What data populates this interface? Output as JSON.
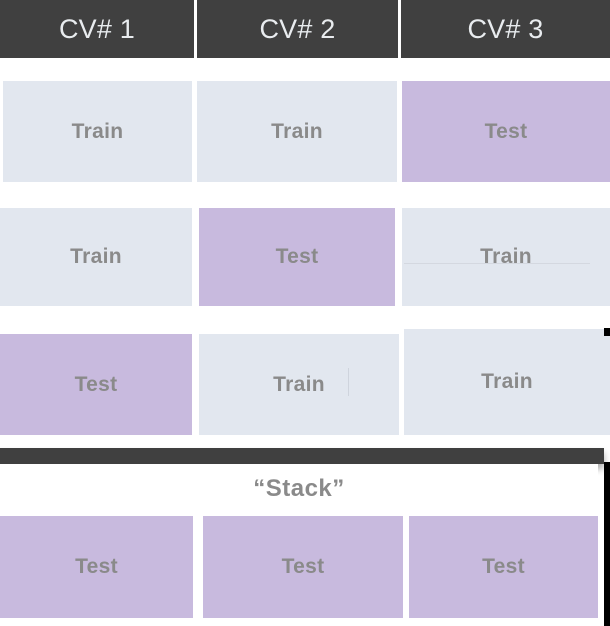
{
  "diagram": {
    "title_implicit": "Cross-validation stacking schematic",
    "colors": {
      "header_bg": "#404040",
      "header_text": "#e9ecef",
      "train_bg": "#e2e7ef",
      "test_bg": "#c8bade",
      "cell_text": "#8a8a8a",
      "page_bg": "#ffffff",
      "edge_strip": "#000000"
    },
    "header": {
      "columns": [
        {
          "label": "CV# 1"
        },
        {
          "label": "CV# 2"
        },
        {
          "label": "CV# 3"
        }
      ]
    },
    "labels": {
      "train": "Train",
      "test": "Test",
      "stack": "“Stack”"
    },
    "folds": [
      {
        "name": "fold-1",
        "cells": [
          {
            "label": "Train",
            "role": "train"
          },
          {
            "label": "Train",
            "role": "train"
          },
          {
            "label": "Test",
            "role": "test"
          }
        ]
      },
      {
        "name": "fold-2",
        "cells": [
          {
            "label": "Train",
            "role": "train"
          },
          {
            "label": "Test",
            "role": "test"
          },
          {
            "label": "Train",
            "role": "train"
          }
        ]
      },
      {
        "name": "fold-3",
        "cells": [
          {
            "label": "Test",
            "role": "test"
          },
          {
            "label": "Train",
            "role": "train"
          },
          {
            "label": "Train",
            "role": "train"
          }
        ]
      }
    ],
    "stack_row": {
      "name": "stack-row",
      "cells": [
        {
          "label": "Test",
          "role": "test"
        },
        {
          "label": "Test",
          "role": "test"
        },
        {
          "label": "Test",
          "role": "test"
        }
      ]
    }
  }
}
